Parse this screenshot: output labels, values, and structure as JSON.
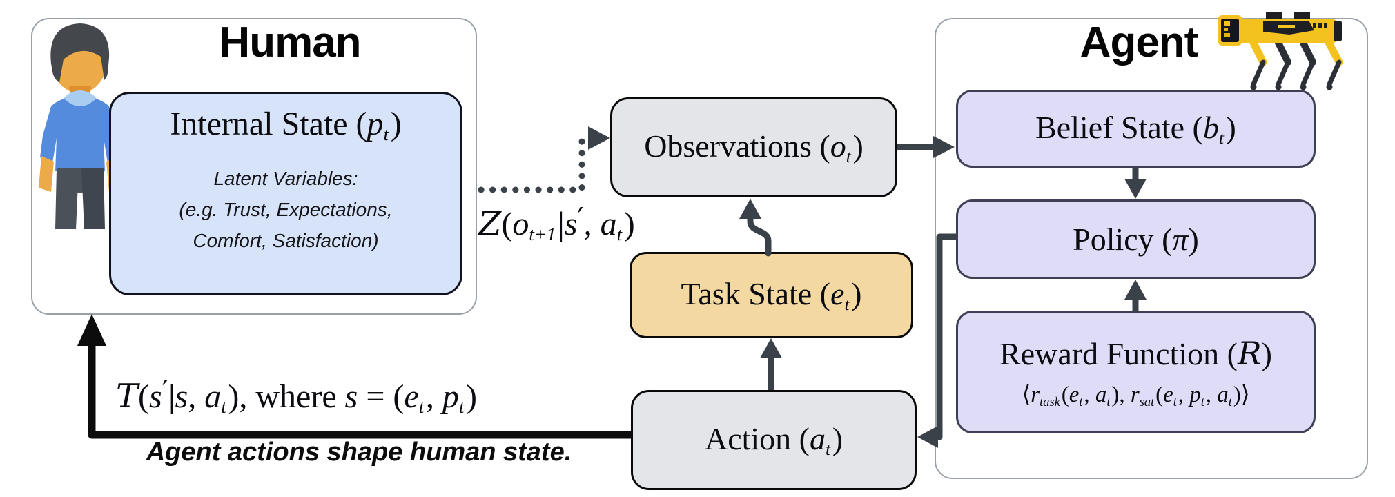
{
  "panels": {
    "human": {
      "title": "Human"
    },
    "agent": {
      "title": "Agent"
    }
  },
  "boxes": {
    "internal_state": {
      "title": [
        {
          "t": "Internal State ("
        },
        {
          "t": "p",
          "c": "v"
        },
        {
          "t": "t",
          "c": "s"
        },
        {
          "t": ")"
        }
      ],
      "lines": [
        "Latent Variables:",
        "(e.g. Trust, Expectations,",
        "Comfort, Satisfaction)"
      ]
    },
    "observations": {
      "title": [
        {
          "t": "Observations ("
        },
        {
          "t": "o",
          "c": "v"
        },
        {
          "t": "t",
          "c": "s"
        },
        {
          "t": ")"
        }
      ]
    },
    "task_state": {
      "title": [
        {
          "t": "Task State ("
        },
        {
          "t": "e",
          "c": "v"
        },
        {
          "t": "t",
          "c": "s"
        },
        {
          "t": ")"
        }
      ]
    },
    "action": {
      "title": [
        {
          "t": "Action ("
        },
        {
          "t": "a",
          "c": "v"
        },
        {
          "t": "t",
          "c": "s"
        },
        {
          "t": ")"
        }
      ]
    },
    "belief_state": {
      "title": [
        {
          "t": "Belief State ("
        },
        {
          "t": "b",
          "c": "v"
        },
        {
          "t": "t",
          "c": "s"
        },
        {
          "t": ")"
        }
      ]
    },
    "policy": {
      "title": [
        {
          "t": "Policy ("
        },
        {
          "t": "π",
          "c": "v"
        },
        {
          "t": ")"
        }
      ]
    },
    "reward_function": {
      "title": [
        {
          "t": "Reward Function ("
        },
        {
          "t": "R",
          "c": "scr"
        },
        {
          "t": ")"
        }
      ],
      "formula": [
        {
          "t": "⟨",
          "c": "b"
        },
        {
          "t": "r",
          "c": "v"
        },
        {
          "t": "task",
          "c": "s"
        },
        {
          "t": "("
        },
        {
          "t": "e",
          "c": "v"
        },
        {
          "t": "t",
          "c": "s"
        },
        {
          "t": ", "
        },
        {
          "t": "a",
          "c": "v"
        },
        {
          "t": "t",
          "c": "s"
        },
        {
          "t": "), "
        },
        {
          "t": "r",
          "c": "v"
        },
        {
          "t": "sat",
          "c": "s"
        },
        {
          "t": "("
        },
        {
          "t": "e",
          "c": "v"
        },
        {
          "t": "t",
          "c": "s"
        },
        {
          "t": ", "
        },
        {
          "t": "p",
          "c": "v"
        },
        {
          "t": "t",
          "c": "s"
        },
        {
          "t": ", "
        },
        {
          "t": "a",
          "c": "v"
        },
        {
          "t": "t",
          "c": "s"
        },
        {
          "t": ")"
        },
        {
          "t": "⟩",
          "c": "b"
        }
      ]
    }
  },
  "labels": {
    "observation_function": [
      {
        "t": "Z",
        "c": "scr"
      },
      {
        "t": "("
      },
      {
        "t": "o",
        "c": "v"
      },
      {
        "t": "t+1",
        "c": "s"
      },
      {
        "t": "|"
      },
      {
        "t": "s",
        "c": "v"
      },
      {
        "t": "′",
        "c": "pr"
      },
      {
        "t": ", "
      },
      {
        "t": "a",
        "c": "v"
      },
      {
        "t": "t",
        "c": "s"
      },
      {
        "t": ")"
      }
    ],
    "transition_function": [
      {
        "t": "T",
        "c": "scr"
      },
      {
        "t": "("
      },
      {
        "t": "s",
        "c": "v"
      },
      {
        "t": "′",
        "c": "pr"
      },
      {
        "t": "|"
      },
      {
        "t": "s",
        "c": "v"
      },
      {
        "t": ", "
      },
      {
        "t": "a",
        "c": "v"
      },
      {
        "t": "t",
        "c": "s"
      },
      {
        "t": "), where "
      },
      {
        "t": "s",
        "c": "v"
      },
      {
        "t": " = ("
      },
      {
        "t": "e",
        "c": "v"
      },
      {
        "t": "t",
        "c": "s"
      },
      {
        "t": ", "
      },
      {
        "t": "p",
        "c": "v"
      },
      {
        "t": "t",
        "c": "s"
      },
      {
        "t": ")"
      }
    ],
    "caption": "Agent actions shape human state."
  },
  "icons": {
    "human": "person-icon",
    "agent": "spot-robot-icon"
  },
  "arrows": [
    {
      "name": "human-to-observations",
      "style": "dotted"
    },
    {
      "name": "observations-to-belief-state",
      "style": "solid"
    },
    {
      "name": "task-state-to-observations",
      "style": "solid"
    },
    {
      "name": "action-to-task-state",
      "style": "solid"
    },
    {
      "name": "belief-state-to-policy",
      "style": "solid"
    },
    {
      "name": "reward-function-to-policy",
      "style": "solid"
    },
    {
      "name": "policy-to-action",
      "style": "solid"
    },
    {
      "name": "action-to-human",
      "style": "solid-black"
    }
  ],
  "colors": {
    "internal_state_fill": "#d7e3f8",
    "task_state_fill": "#f3d8a1",
    "neutral_fill": "#e3e5e9",
    "agent_module_fill": "#dedcf7",
    "arrow_gray": "#3a4149",
    "arrow_black": "#0c0c0c",
    "robot_yellow": "#f3c21e",
    "shirt_blue": "#548bdc"
  }
}
